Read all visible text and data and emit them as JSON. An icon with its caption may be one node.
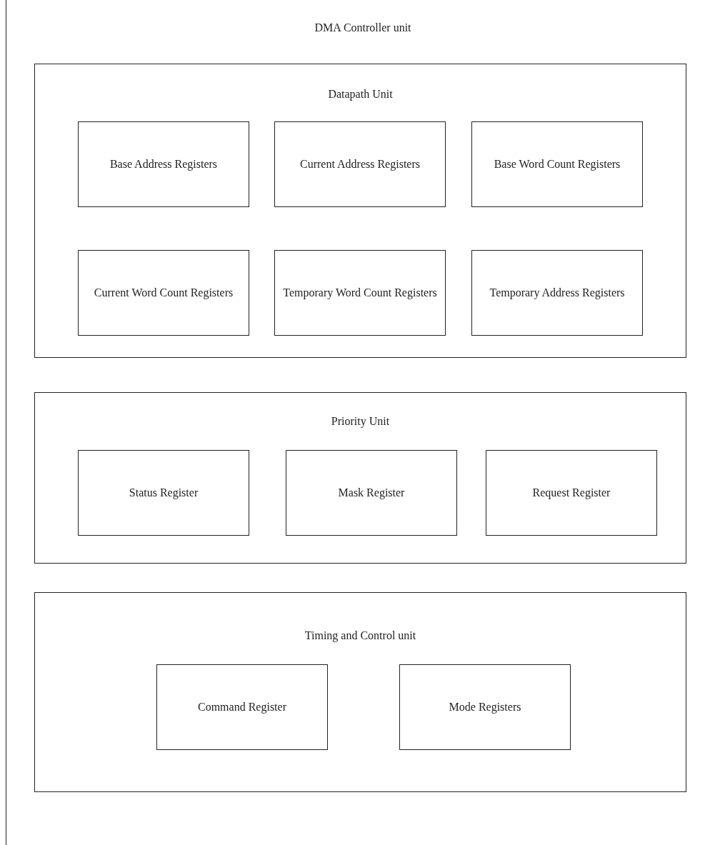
{
  "diagram": {
    "nodes": [
      {
        "text": [
          "DMA Controller unit"
        ]
      },
      {
        "text": [
          "Datapath Unit"
        ],
        "in": 0
      },
      {
        "text": [
          "Base Address Registers"
        ],
        "in": 1
      },
      {
        "text": [
          "Current Address Registers"
        ],
        "in": 1
      },
      {
        "text": [
          "Base Word Count Registers"
        ],
        "in": 1
      },
      {
        "text": [
          "Current Word Count Registers"
        ],
        "in": 1
      },
      {
        "text": [
          "Temporary Word Count Registers"
        ],
        "in": 1
      },
      {
        "text": [
          "Temporary Address Registers"
        ],
        "in": 1
      },
      {
        "text": [
          "Priority Unit"
        ],
        "in": 0
      },
      {
        "text": [
          "Status Register"
        ],
        "in": 8
      },
      {
        "text": [
          "Mask Register"
        ],
        "in": 8
      },
      {
        "text": [
          "Request Register"
        ],
        "in": 8
      },
      {
        "text": [
          "Timing and Control unit"
        ],
        "in": 0
      },
      {
        "text": [
          "Command Register"
        ],
        "in": 12
      },
      {
        "text": [
          "Mode Registers"
        ],
        "in": 12
      }
    ]
  }
}
